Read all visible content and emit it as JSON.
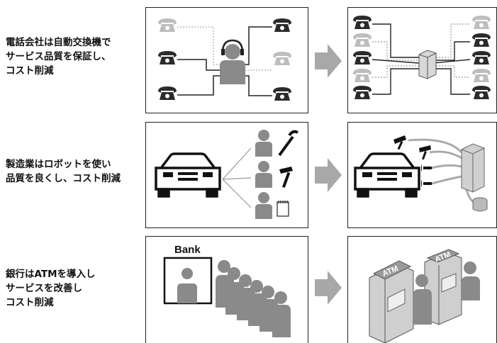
{
  "rows": [
    {
      "caption": "電話会社は自動交換機で\nサービス品質を保証し、\nコスト削減"
    },
    {
      "caption": "製造業はロボットを使い\n品質を良くし、コスト削減"
    },
    {
      "caption": "銀行はATMを導入し\nサービスを改善し\nコスト削減"
    }
  ],
  "bank": {
    "label": "Bank"
  },
  "atm": {
    "label_1": "ATM",
    "label_2": "ATM"
  },
  "colors": {
    "dark": "#2b2b2b",
    "grey": "#8a8a8a",
    "light": "#bdbdbd",
    "arrow": "#a8a8a8"
  }
}
